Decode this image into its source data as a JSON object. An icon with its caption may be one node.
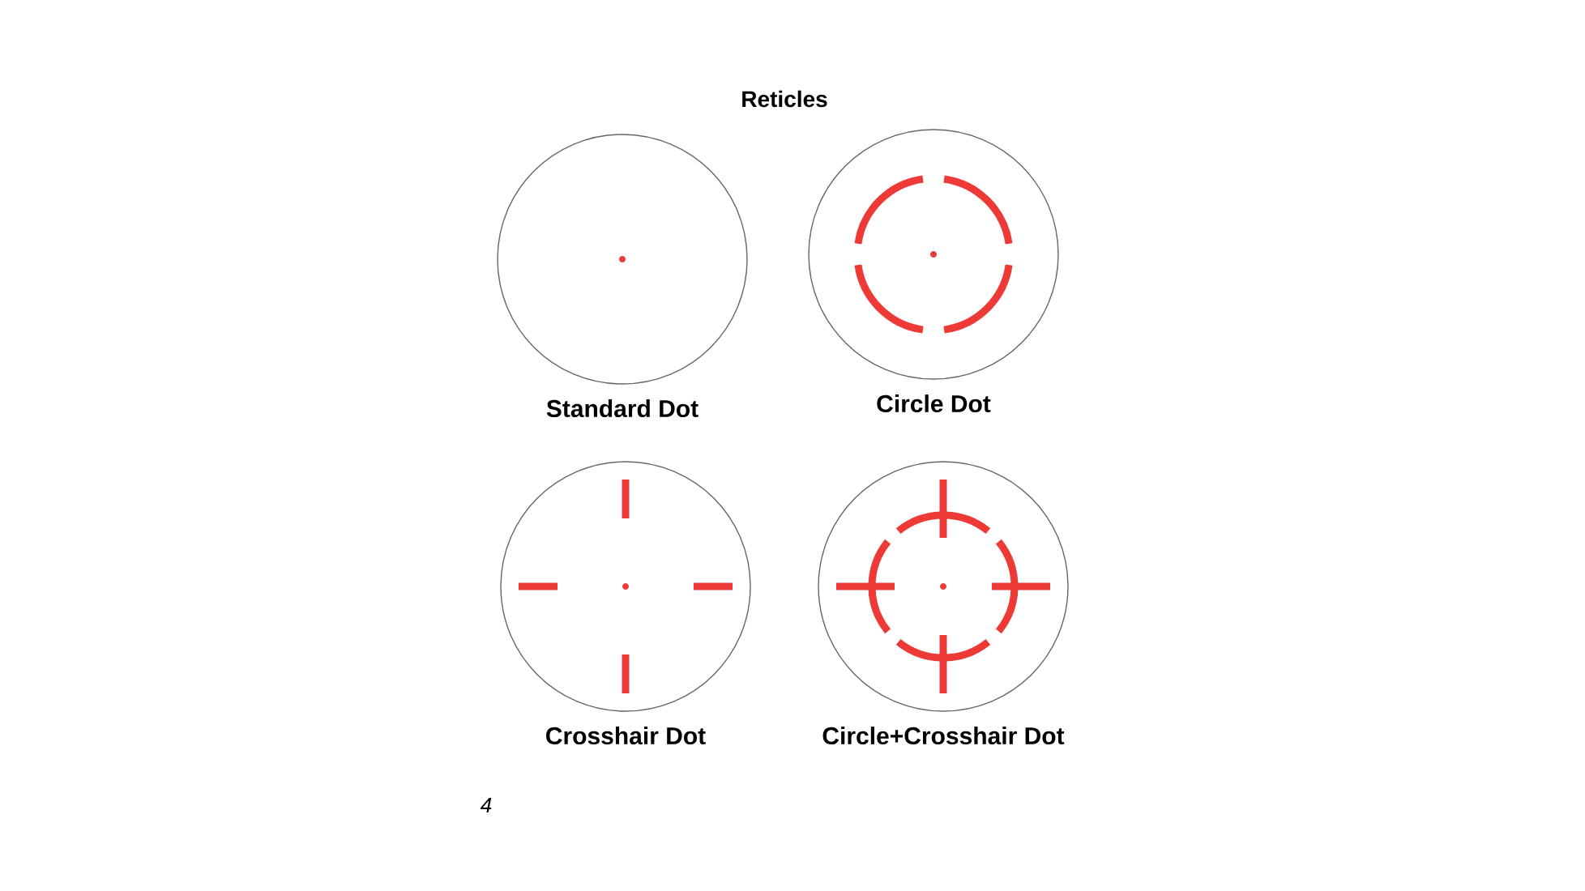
{
  "diagram": {
    "title": "Reticles",
    "nodes": [
      {
        "text": [
          "Standard Dot"
        ]
      },
      {
        "text": [
          "Circle Dot"
        ]
      },
      {
        "text": [
          "Crosshair Dot"
        ]
      },
      {
        "text": [
          "Circle+Crosshair Dot"
        ]
      }
    ],
    "labels": [
      "4"
    ]
  }
}
